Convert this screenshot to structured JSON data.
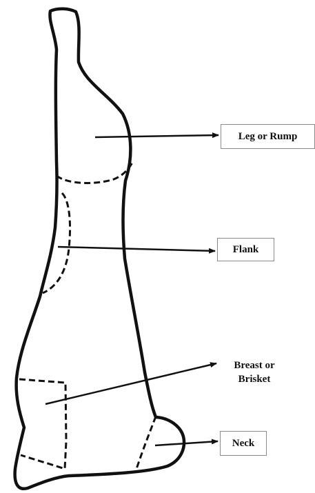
{
  "labels": {
    "leg": "Leg or Rump",
    "flank": "Flank",
    "breast_line1": "Breast or",
    "breast_line2": "Brisket",
    "neck": "Neck"
  },
  "colors": {
    "ink": "#111111",
    "box_border": "#8a8a8a",
    "background": "#ffffff"
  }
}
